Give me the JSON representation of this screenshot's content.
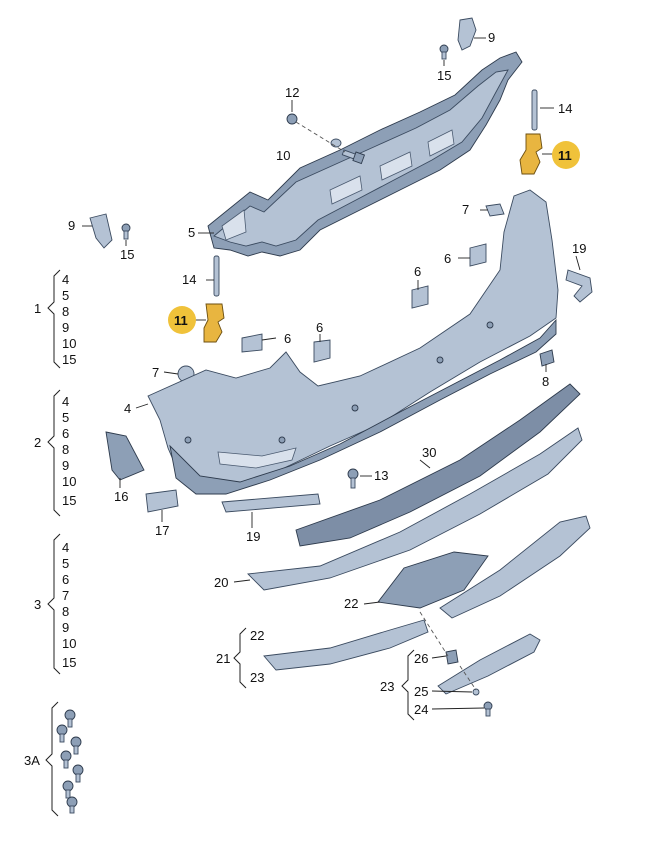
{
  "groups": {
    "g1": {
      "id": "1",
      "items": [
        "4",
        "5",
        "8",
        "9",
        "10",
        "15"
      ]
    },
    "g2": {
      "id": "2",
      "items": [
        "4",
        "5",
        "6",
        "8",
        "9",
        "10",
        "15"
      ]
    },
    "g3": {
      "id": "3",
      "items": [
        "4",
        "5",
        "6",
        "7",
        "8",
        "9",
        "10",
        "15"
      ]
    },
    "g3a": {
      "id": "3A"
    },
    "g21": {
      "id": "21",
      "items": [
        "22",
        "23"
      ]
    },
    "g23": {
      "id": "23",
      "items": [
        "26",
        "25",
        "24"
      ]
    }
  },
  "callouts": {
    "c9a": "9",
    "c15a": "15",
    "c12": "12",
    "c10": "10",
    "c14a": "14",
    "c11a": "11",
    "c9b": "9",
    "c15b": "15",
    "c5": "5",
    "c14b": "14",
    "c11b": "11",
    "c7a": "7",
    "c6a": "6",
    "c6b": "6",
    "c6c": "6",
    "c19a": "19",
    "c7b": "7",
    "c6d": "6",
    "c4": "4",
    "c8": "8",
    "c16": "16",
    "c17": "17",
    "c13": "13",
    "c30": "30",
    "c19b": "19",
    "c20": "20",
    "c22": "22"
  },
  "colors": {
    "part_fill": "#b4c2d4",
    "part_outline": "#3b4b60",
    "highlight": "#f0c23a"
  }
}
